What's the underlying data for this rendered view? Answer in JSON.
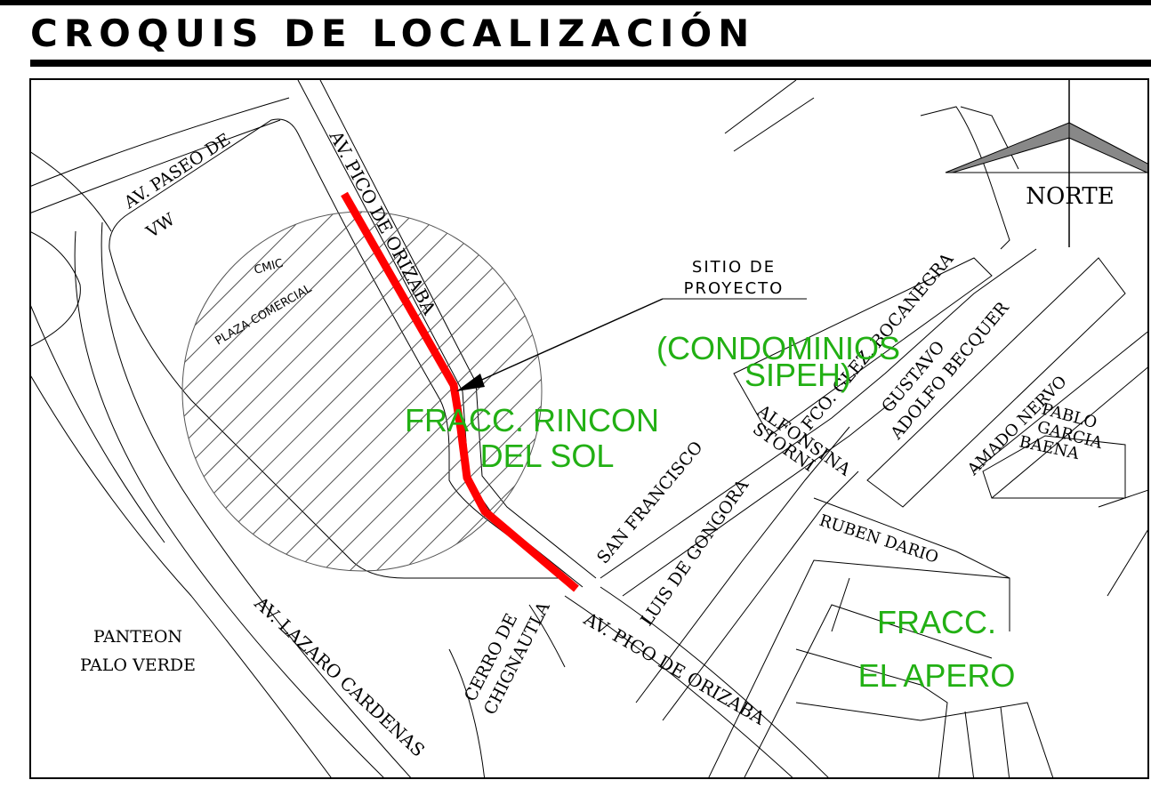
{
  "header": {
    "title": "CROQUIS DE LOCALIZACIÓN"
  },
  "north_arrow": {
    "label": "NORTE"
  },
  "callout": {
    "line1": "SITIO DE",
    "line2": "PROYECTO"
  },
  "streets": {
    "paseo_line1": "AV. PASEO DE",
    "paseo_line2": "VW",
    "pico_north": "AV. PICO DE ORIZABA",
    "pico_south": "AV. PICO DE ORIZABA",
    "lazaro": "AV. LAZARO CARDENAS",
    "cerro_line1": "CERRO DE",
    "cerro_line2": "CHIGNAUTLA",
    "san_francisco": "SAN FRANCISCO",
    "luis": "LUIS DE GONGORA",
    "alfonsina_line1": "ALFONSINA",
    "alfonsina_line2": "STORNI",
    "ruben": "RUBEN DARIO",
    "fco": "FCO. GLEZ. BOCANEGRA",
    "gustavo_line1": "GUSTAVO",
    "gustavo_line2": "ADOLFO BECQUER",
    "amado": "AMADO NERVO",
    "pablo_line1": "PABLO",
    "pablo_line2": "GARCIA",
    "pablo_line3": "BAENA"
  },
  "places": {
    "cmic": "CMIC",
    "plaza": "PLAZA COMERCIAL",
    "panteon_line1": "PANTEON",
    "panteon_line2": "PALO VERDE"
  },
  "areas": {
    "condominios_line1": "(CONDOMINIOS",
    "condominios_line2": "SIPEH)",
    "rincon_line1": "FRACC. RINCON",
    "rincon_line2": "DEL SOL",
    "apero_line1": "FRACC.",
    "apero_line2": "EL APERO"
  },
  "colors": {
    "route": "#ff0000",
    "area_label": "#22b014",
    "lines": "#000000",
    "hatch": "#555555"
  }
}
